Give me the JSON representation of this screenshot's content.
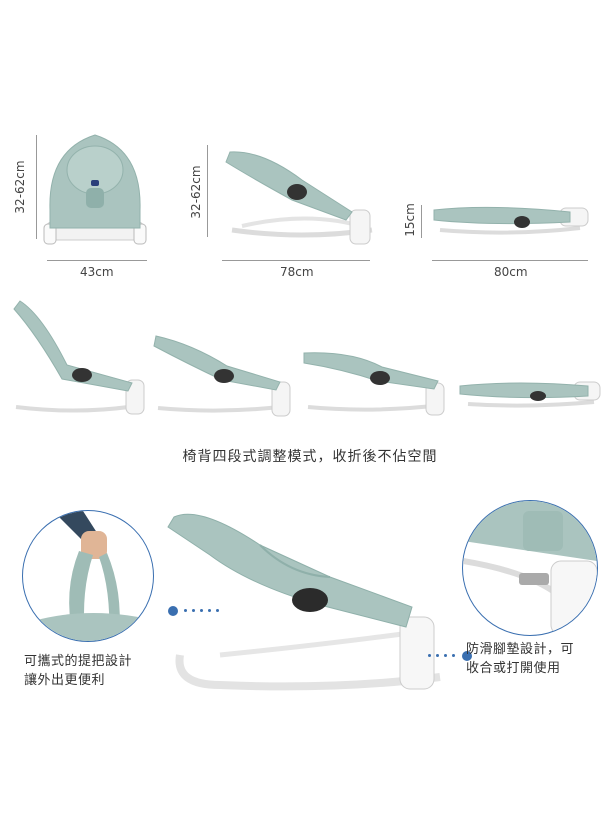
{
  "dimensions": {
    "front": {
      "height": "32-62cm",
      "width": "43cm"
    },
    "side": {
      "height": "32-62cm",
      "length": "78cm"
    },
    "folded": {
      "height": "15cm",
      "length": "80cm"
    }
  },
  "caption": "椅背四段式調整模式，收折後不佔空間",
  "notes": {
    "handle_line1": "可攜式的提把設計",
    "handle_line2": "讓外出更便利",
    "feet_line1": "防滑腳墊設計，可",
    "feet_line2": "收合或打開使用"
  },
  "colors": {
    "fabric": "#aac4bf",
    "fabric_dark": "#8fb0aa",
    "frame": "#e8e8e8",
    "accent": "#3a6fb0"
  }
}
